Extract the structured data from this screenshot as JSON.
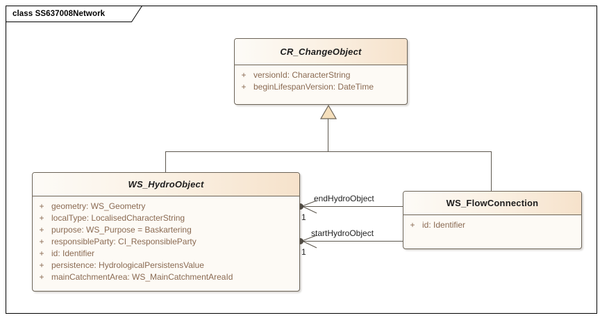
{
  "diagram": {
    "tab_label": "class SS637008Network",
    "type": "uml-class-diagram"
  },
  "classes": [
    {
      "id": "cr-changeobject",
      "name": "CR_ChangeObject",
      "abstract": true,
      "attributes": [
        {
          "visibility": "+",
          "text": "versionId: CharacterString"
        },
        {
          "visibility": "+",
          "text": "beginLifespanVersion: DateTime"
        }
      ]
    },
    {
      "id": "ws-hydroobject",
      "name": "WS_HydroObject",
      "abstract": true,
      "attributes": [
        {
          "visibility": "+",
          "text": "geometry: WS_Geometry"
        },
        {
          "visibility": "+",
          "text": "localType: LocalisedCharacterString"
        },
        {
          "visibility": "+",
          "text": "purpose: WS_Purpose = Baskartering"
        },
        {
          "visibility": "+",
          "text": "responsibleParty: CI_ResponsibleParty"
        },
        {
          "visibility": "+",
          "text": "id: Identifier"
        },
        {
          "visibility": "+",
          "text": "persistence: HydrologicalPersistensValue"
        },
        {
          "visibility": "+",
          "text": "mainCatchmentArea: WS_MainCatchmentAreaId"
        }
      ]
    },
    {
      "id": "ws-flowconnection",
      "name": "WS_FlowConnection",
      "abstract": false,
      "attributes": [
        {
          "visibility": "+",
          "text": "id: Identifier"
        }
      ]
    }
  ],
  "relationships": [
    {
      "id": "gen-hydro",
      "kind": "generalization",
      "from": "WS_HydroObject",
      "to": "CR_ChangeObject"
    },
    {
      "id": "gen-flow",
      "kind": "generalization",
      "from": "WS_FlowConnection",
      "to": "CR_ChangeObject"
    },
    {
      "id": "assoc-end",
      "kind": "association",
      "role": "endHydroObject",
      "multiplicity": "1",
      "from": "WS_FlowConnection",
      "to": "WS_HydroObject"
    },
    {
      "id": "assoc-start",
      "kind": "association",
      "role": "startHydroObject",
      "multiplicity": "1",
      "from": "WS_FlowConnection",
      "to": "WS_HydroObject"
    }
  ],
  "colors": {
    "class_border": "#6b6357",
    "class_body": "#fdfaf5",
    "header_gradient_start": "#fdfbf7",
    "header_gradient_end": "#f6e2cb",
    "attribute_text": "#8a6a52",
    "class_name_text": "#1d1d1d",
    "connector": "#5d574e",
    "triangle_fill": "#f5dfbc",
    "canvas": "#ffffff"
  }
}
